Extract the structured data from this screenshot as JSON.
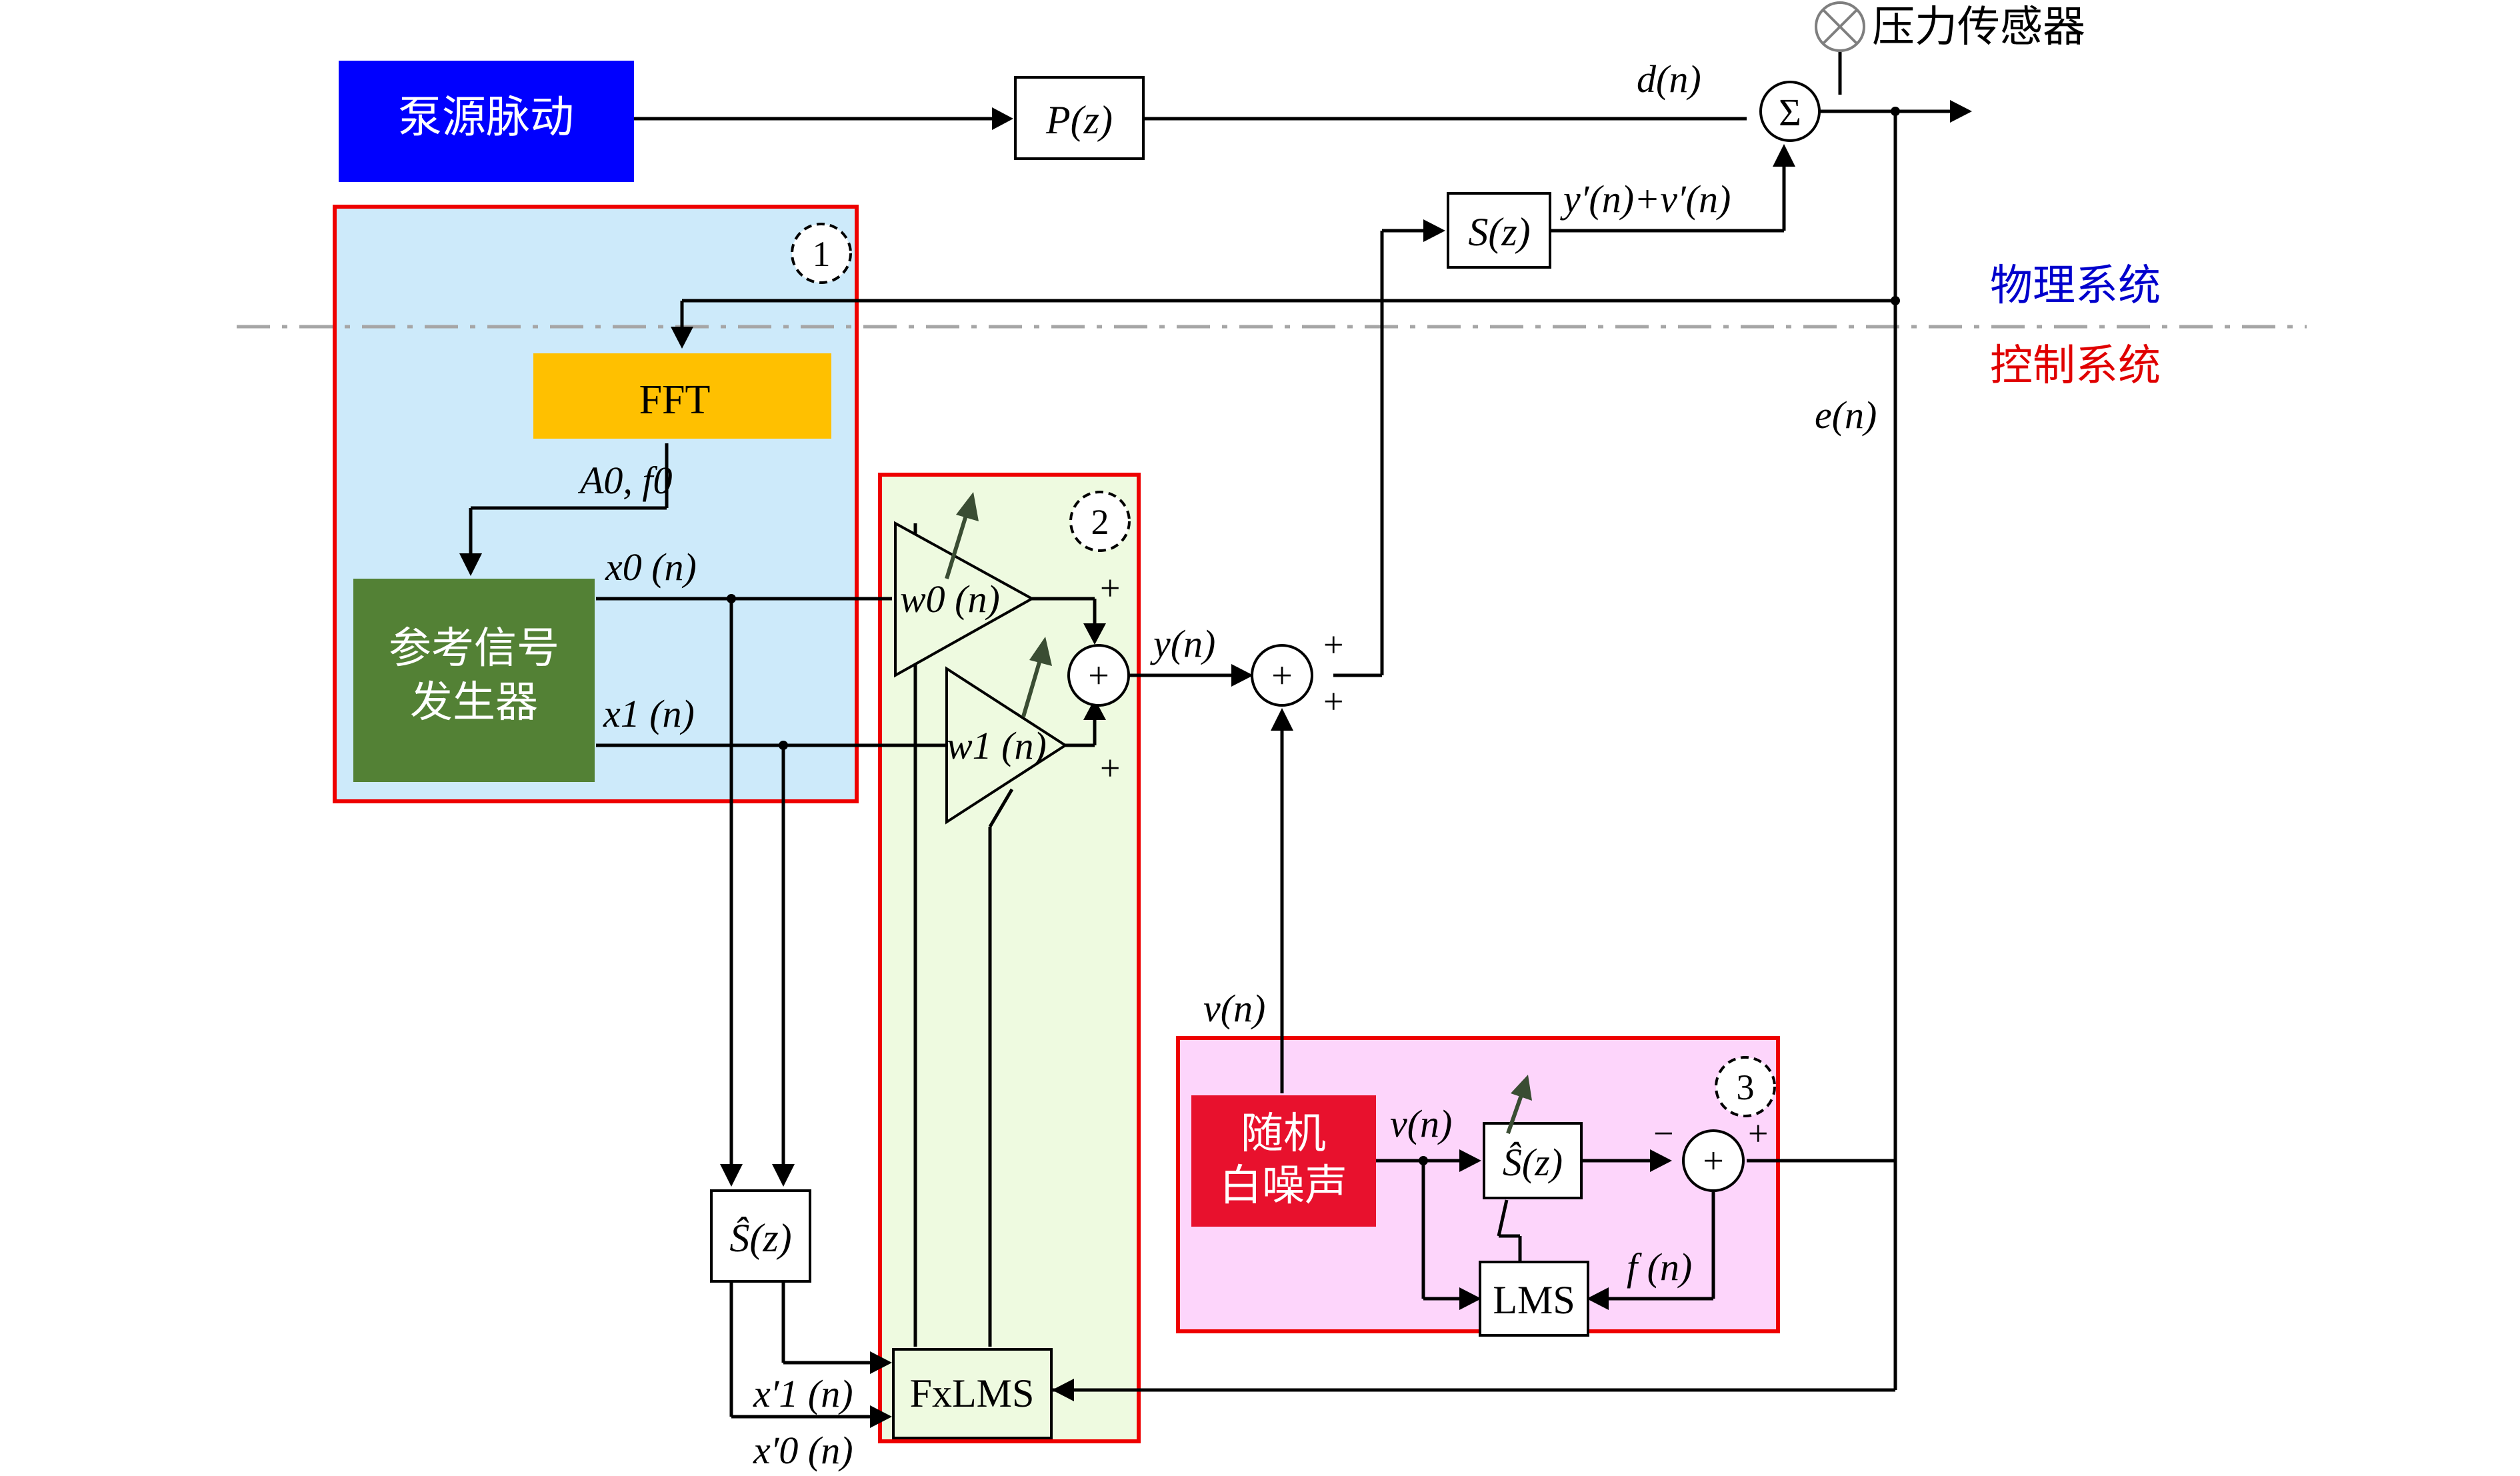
{
  "blocks": {
    "pump": "泵源脉动",
    "fft": "FFT",
    "ref_gen_line1": "参考信号",
    "ref_gen_line2": "发生器",
    "fxlms": "FxLMS",
    "noise_line1": "随机",
    "noise_line2": "白噪声",
    "lms": "LMS",
    "pz": "P(z)",
    "sz": "S(z)",
    "shat_left": "Ŝ(z)",
    "shat_right": "Ŝ(z)"
  },
  "sensor_label": "压力传感器",
  "region_labels": {
    "physical": "物理系统",
    "control": "控制系统"
  },
  "region_numbers": [
    "1",
    "2",
    "3"
  ],
  "signals": {
    "d": "d(n)",
    "yv": "y′(n)+v′(n)",
    "e": "e(n)",
    "a0f0": "A0, f0",
    "x0": "x0 (n)",
    "x1": "x1 (n)",
    "w0": "w0 (n)",
    "w1": "w1 (n)",
    "y": "y(n)",
    "v_top": "v(n)",
    "v_inner": "v(n)",
    "f": "f (n)",
    "x1p": "x′1 (n)",
    "x0p": "x′0 (n)"
  },
  "symbols": {
    "sum": "Σ",
    "plus": "+",
    "minus": "−"
  },
  "colors": {
    "pump": "#0000ff",
    "fft": "#ffc000",
    "ref_gen": "#538135",
    "noise": "#e8112d",
    "region_frame": "#ee0000",
    "region1_bg": "#cdeafa",
    "region2_bg": "#eefae0",
    "region3_bg": "#fdd5fb",
    "physical_label": "#0000cc",
    "control_label": "#e00000",
    "arrow_adapt": "#3a4d33"
  }
}
